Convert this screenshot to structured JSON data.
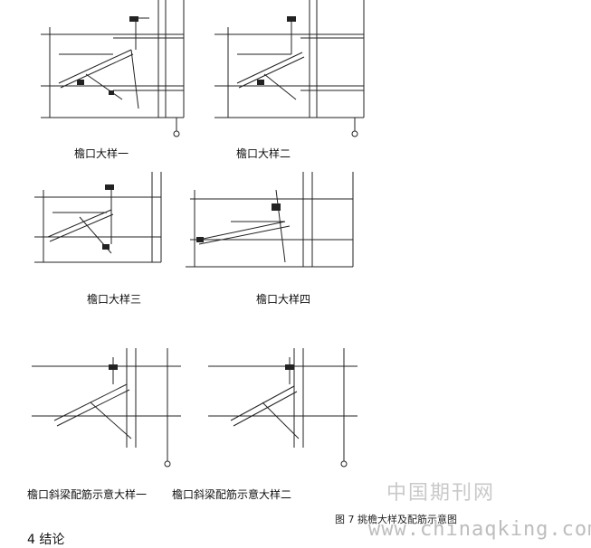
{
  "details": {
    "detail1": "檐口大样一",
    "detail2": "檐口大样二",
    "detail3": "檐口大样三",
    "detail4": "檐口大样四",
    "rebar1": "檐口斜梁配筋示意大样一",
    "rebar2": "檐口斜梁配筋示意大样二"
  },
  "figure": {
    "caption": "图 7  挑檐大样及配筋示意图"
  },
  "watermark": {
    "cn": "中国期刊网",
    "en": "www.chinaqking.com"
  },
  "next_section": {
    "heading": "4  结论"
  }
}
